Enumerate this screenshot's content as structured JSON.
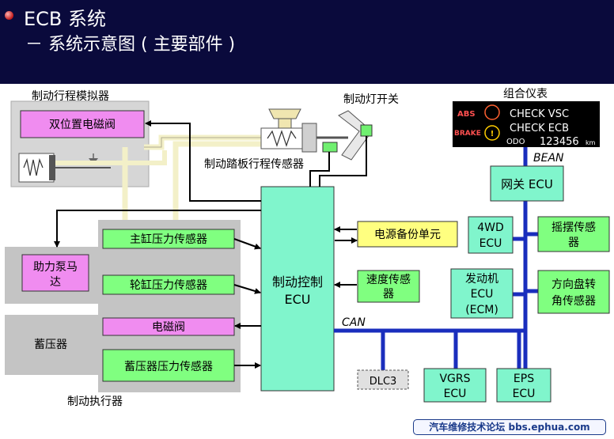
{
  "slide": {
    "title": "ECB 系统",
    "subtitle": "－ 系统示意图 ( 主要部件 )"
  },
  "labels": {
    "stroke_simulator": "制动行程模拟器",
    "dual_solenoid": "双位置电磁阀",
    "stop_light_switch": "制动灯开关",
    "pedal_stroke_sensor": "制动踏板行程传感器",
    "combination_meter": "组合仪表",
    "bean": "BEAN",
    "gateway_ecu": "网关  ECU",
    "brake_ecu_line1": "制动控制",
    "brake_ecu_line2": "ECU",
    "power_backup": "电源备份单元",
    "speed_sensor_line1": "速度传感",
    "speed_sensor_line2": "器",
    "master_cyl_sensor": "主缸压力传感器",
    "wheel_cyl_sensor": "轮缸压力传感器",
    "solenoid_valve": "电磁阀",
    "accumulator_sensor": "蓄压器压力传感器",
    "pump_motor_line1": "助力泵马",
    "pump_motor_line2": "达",
    "accumulator": "蓄压器",
    "brake_actuator": "制动执行器",
    "can": "CAN",
    "dlc3": "DLC3",
    "ecu_4wd_line1": "4WD",
    "ecu_4wd_line2": "ECU",
    "yaw_sensor_line1": "摇摆传感",
    "yaw_sensor_line2": "器",
    "engine_ecu_line1": "发动机",
    "engine_ecu_line2": "ECU",
    "engine_ecu_line3": "(ECM)",
    "steering_sensor_line1": "方向盘转",
    "steering_sensor_line2": "角传感器",
    "vgrs_line1": "VGRS",
    "vgrs_line2": "ECU",
    "eps_line1": "EPS",
    "eps_line2": "ECU"
  },
  "meter": {
    "abs": "ABS",
    "brake": "BRAKE",
    "check_vsc": "CHECK  VSC",
    "check_ecb": "CHECK  ECB",
    "odo": "ODO",
    "odo_value": "123456",
    "odo_unit": "km"
  },
  "watermark": "汽车维修技术论坛 bbs.ephua.com",
  "colors": {
    "header_bg": "#0a0a3c",
    "ecu_fill": "#80f5cc",
    "sensor_fill": "#80ff80",
    "solenoid_fill": "#f08cf0",
    "backup_fill": "#ffff80",
    "can_bus": "#1a2ebd",
    "gray_panel": "#c4c4c4"
  }
}
